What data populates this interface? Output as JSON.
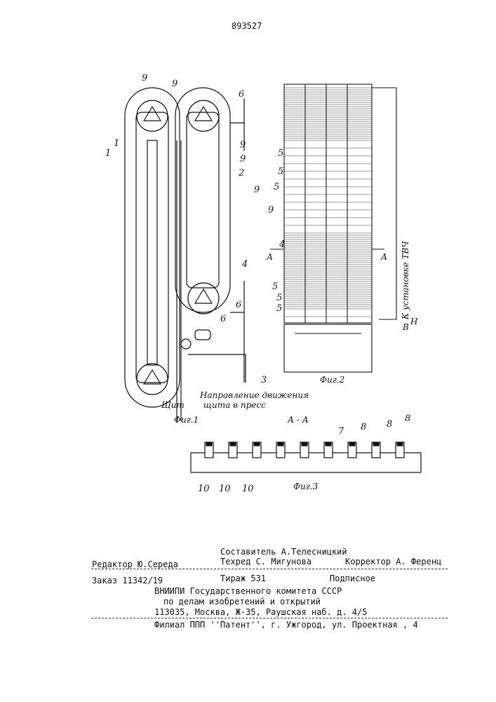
{
  "patent_number": "893527",
  "figures": {
    "fig1": {
      "caption": "Фиг.1",
      "direction_label_1": "Направление движения",
      "direction_label_2": "щита в пресс",
      "board_label": "Щит",
      "callouts": [
        "9",
        "9",
        "6",
        "1",
        "1",
        "9",
        "9",
        "2",
        "9",
        "4",
        "6",
        "6"
      ]
    },
    "fig2": {
      "caption": "Фиг.2",
      "hf_label": "К установке ТВЧ",
      "section_mark": "А",
      "terminal_v": "В",
      "terminal_n": "Н",
      "callouts": [
        "5",
        "5",
        "5",
        "9",
        "4",
        "5",
        "5",
        "5",
        "3"
      ]
    },
    "fig3": {
      "caption": "Фиг.3",
      "section_title": "А - А",
      "callouts": [
        "7",
        "8",
        "8",
        "8",
        "10",
        "10",
        "10"
      ]
    }
  },
  "footer": {
    "compiler": "Составитель А.Телесницкий",
    "editor": "Редактор Ю.Середа",
    "techred": "Техред С. Мигунова",
    "corrector": "Корректор А. Ференц",
    "order": "Заказ 11342/19",
    "circulation": "Тираж 531",
    "subscription": "Подписное",
    "org_line1": "ВНИИПИ Государственного комитета СССР",
    "org_line2": "по делам изобретений и открытий",
    "org_line3": "113035, Москва, Ж-35, Раушская наб. д. 4/5",
    "branch": "Филиал ППП ''Патент'', г. Ужгород, ул. Проектная , 4"
  }
}
